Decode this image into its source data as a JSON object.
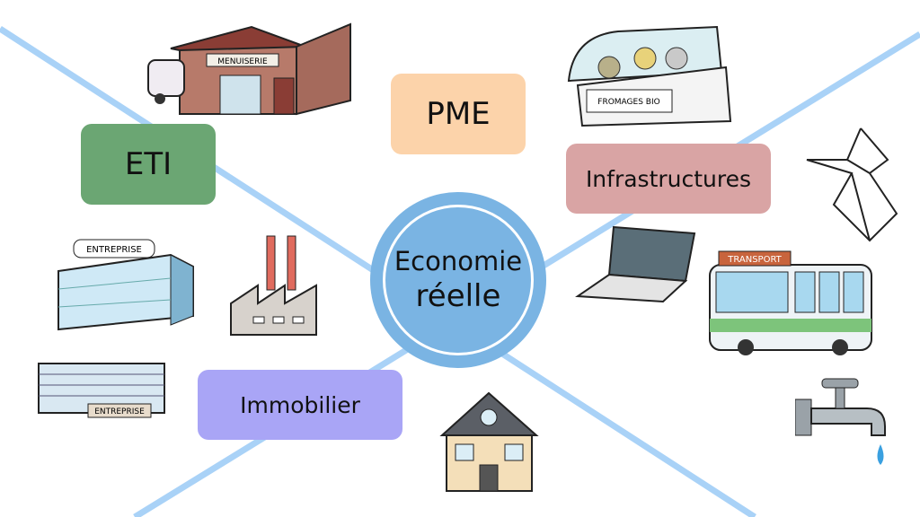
{
  "center": {
    "line1": "Economie",
    "line2": "réelle"
  },
  "categories": [
    {
      "label": "ETI",
      "color": "#6ba673"
    },
    {
      "label": "PME",
      "color": "#fcd3aa"
    },
    {
      "label": "Infrastructures",
      "color": "#d9a4a4"
    },
    {
      "label": "Immobilier",
      "color": "#a9a5f6"
    }
  ],
  "illustrations": {
    "menuiserie": "MENUISERIE",
    "fromages": "FROMAGES BIO",
    "entreprise_1": "ENTREPRISE",
    "entreprise_2": "ENTREPRISE",
    "transport": "TRANSPORT"
  },
  "colors": {
    "line": "#a9d2f7",
    "hub": "#7ab4e3"
  }
}
